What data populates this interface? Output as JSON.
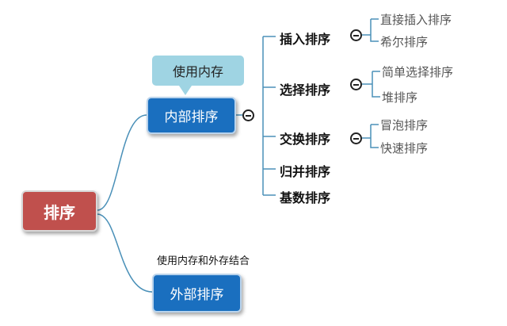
{
  "root": {
    "label": "排序"
  },
  "internal": {
    "label": "内部排序",
    "note": "使用内存",
    "methods": [
      {
        "label": "插入排序",
        "children": [
          "直接插入排序",
          "希尔排序"
        ]
      },
      {
        "label": "选择排序",
        "children": [
          "简单选择排序",
          "堆排序"
        ]
      },
      {
        "label": "交换排序",
        "children": [
          "冒泡排序",
          "快速排序"
        ]
      },
      {
        "label": "归并排序"
      },
      {
        "label": "基数排序"
      }
    ]
  },
  "external": {
    "label": "外部排序",
    "note": "使用内存和外存结合"
  },
  "colors": {
    "root": "#c0504d",
    "branch": "#1a6fbf",
    "callout": "#9fd4e3",
    "connector": "#4a90b8"
  },
  "icons": {
    "collapse": "collapse-minus-icon"
  }
}
